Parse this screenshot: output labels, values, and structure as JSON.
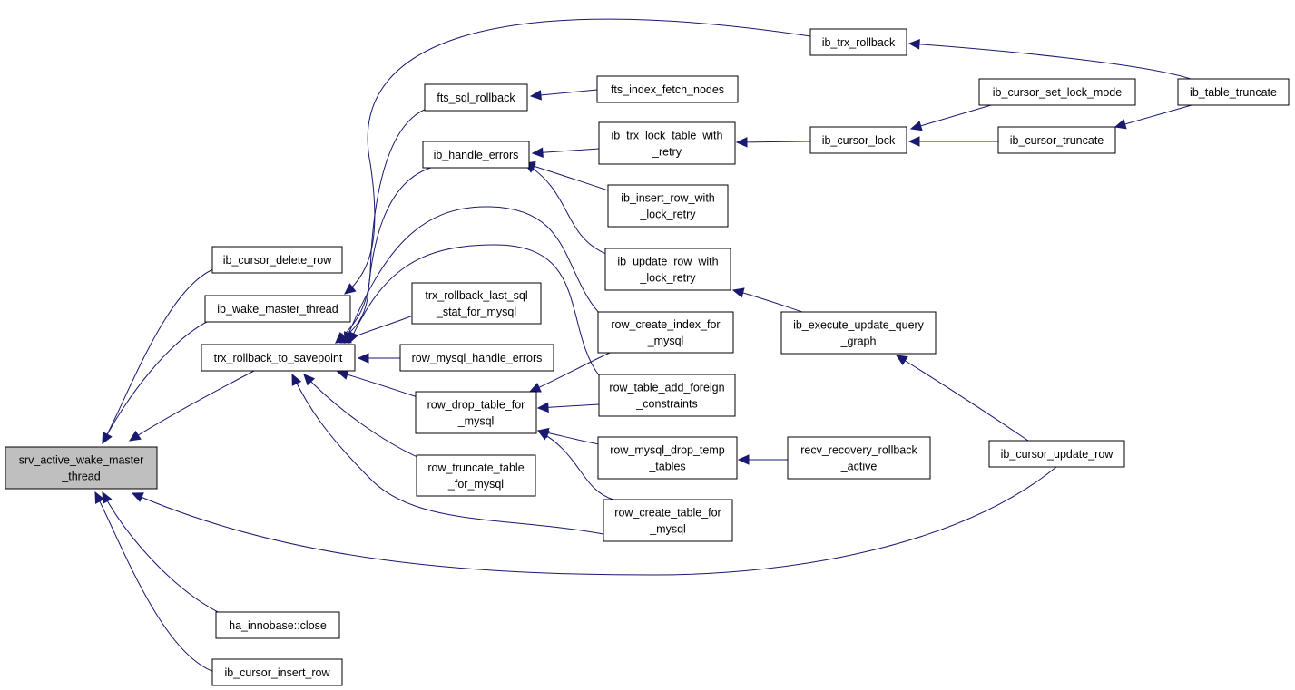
{
  "colors": {
    "node_fill": "#ffffff",
    "root_fill": "#bfbfbf",
    "node_border": "#000000",
    "edge": "#191970"
  },
  "nodes": [
    {
      "id": "srv",
      "lines": [
        "srv_active_wake_master",
        "_thread"
      ],
      "root": true
    },
    {
      "id": "cdel",
      "lines": [
        "ib_cursor_delete_row"
      ]
    },
    {
      "id": "wake",
      "lines": [
        "ib_wake_master_thread"
      ]
    },
    {
      "id": "trxsp",
      "lines": [
        "trx_rollback_to_savepoint"
      ]
    },
    {
      "id": "hacl",
      "lines": [
        "ha_innobase::close"
      ]
    },
    {
      "id": "cins",
      "lines": [
        "ib_cursor_insert_row"
      ]
    },
    {
      "id": "ftsrb",
      "lines": [
        "fts_sql_rollback"
      ]
    },
    {
      "id": "herr",
      "lines": [
        "ib_handle_errors"
      ]
    },
    {
      "id": "trxlast",
      "lines": [
        "trx_rollback_last_sql",
        "_stat_for_mysql"
      ]
    },
    {
      "id": "rmherr",
      "lines": [
        "row_mysql_handle_errors"
      ]
    },
    {
      "id": "rdrop",
      "lines": [
        "row_drop_table_for",
        "_mysql"
      ]
    },
    {
      "id": "rtrunc",
      "lines": [
        "row_truncate_table",
        "_for_mysql"
      ]
    },
    {
      "id": "ftsidx",
      "lines": [
        "fts_index_fetch_nodes"
      ]
    },
    {
      "id": "trxlock",
      "lines": [
        "ib_trx_lock_table_with",
        "_retry"
      ]
    },
    {
      "id": "insretry",
      "lines": [
        "ib_insert_row_with",
        "_lock_retry"
      ]
    },
    {
      "id": "updretry",
      "lines": [
        "ib_update_row_with",
        "_lock_retry"
      ]
    },
    {
      "id": "rcidx",
      "lines": [
        "row_create_index_for",
        "_mysql"
      ]
    },
    {
      "id": "rtaf",
      "lines": [
        "row_table_add_foreign",
        "_constraints"
      ]
    },
    {
      "id": "rdtemp",
      "lines": [
        "row_mysql_drop_temp",
        "_tables"
      ]
    },
    {
      "id": "rctab",
      "lines": [
        "row_create_table_for",
        "_mysql"
      ]
    },
    {
      "id": "trxrb",
      "lines": [
        "ib_trx_rollback"
      ]
    },
    {
      "id": "clock",
      "lines": [
        "ib_cursor_lock"
      ]
    },
    {
      "id": "execupd",
      "lines": [
        "ib_execute_update_query",
        "_graph"
      ]
    },
    {
      "id": "recv",
      "lines": [
        "recv_recovery_rollback",
        "_active"
      ]
    },
    {
      "id": "csetlock",
      "lines": [
        "ib_cursor_set_lock_mode"
      ]
    },
    {
      "id": "ctrunc",
      "lines": [
        "ib_cursor_truncate"
      ]
    },
    {
      "id": "cupd",
      "lines": [
        "ib_cursor_update_row"
      ]
    },
    {
      "id": "ttrunc",
      "lines": [
        "ib_table_truncate"
      ]
    }
  ],
  "edges": [
    {
      "from": "cdel",
      "to": "srv"
    },
    {
      "from": "wake",
      "to": "srv"
    },
    {
      "from": "trxsp",
      "to": "srv"
    },
    {
      "from": "hacl",
      "to": "srv"
    },
    {
      "from": "cins",
      "to": "srv"
    },
    {
      "from": "cupd",
      "to": "srv"
    },
    {
      "from": "trxrb",
      "to": "wake"
    },
    {
      "from": "ftsrb",
      "to": "trxsp"
    },
    {
      "from": "herr",
      "to": "trxsp"
    },
    {
      "from": "trxlast",
      "to": "trxsp"
    },
    {
      "from": "rmherr",
      "to": "trxsp"
    },
    {
      "from": "rdrop",
      "to": "trxsp"
    },
    {
      "from": "rtrunc",
      "to": "trxsp"
    },
    {
      "from": "rctab",
      "to": "trxsp"
    },
    {
      "from": "rcidx",
      "to": "trxsp"
    },
    {
      "from": "rtaf",
      "to": "trxsp"
    },
    {
      "from": "ftsidx",
      "to": "ftsrb"
    },
    {
      "from": "trxlock",
      "to": "herr"
    },
    {
      "from": "insretry",
      "to": "herr"
    },
    {
      "from": "updretry",
      "to": "herr"
    },
    {
      "from": "rcidx",
      "to": "rdrop"
    },
    {
      "from": "rtaf",
      "to": "rdrop"
    },
    {
      "from": "rdtemp",
      "to": "rdrop"
    },
    {
      "from": "rctab",
      "to": "rdrop"
    },
    {
      "from": "clock",
      "to": "trxlock"
    },
    {
      "from": "execupd",
      "to": "updretry"
    },
    {
      "from": "recv",
      "to": "rdtemp"
    },
    {
      "from": "ttrunc",
      "to": "trxrb"
    },
    {
      "from": "csetlock",
      "to": "clock"
    },
    {
      "from": "ctrunc",
      "to": "clock"
    },
    {
      "from": "ttrunc",
      "to": "ctrunc"
    },
    {
      "from": "cupd",
      "to": "execupd"
    }
  ]
}
